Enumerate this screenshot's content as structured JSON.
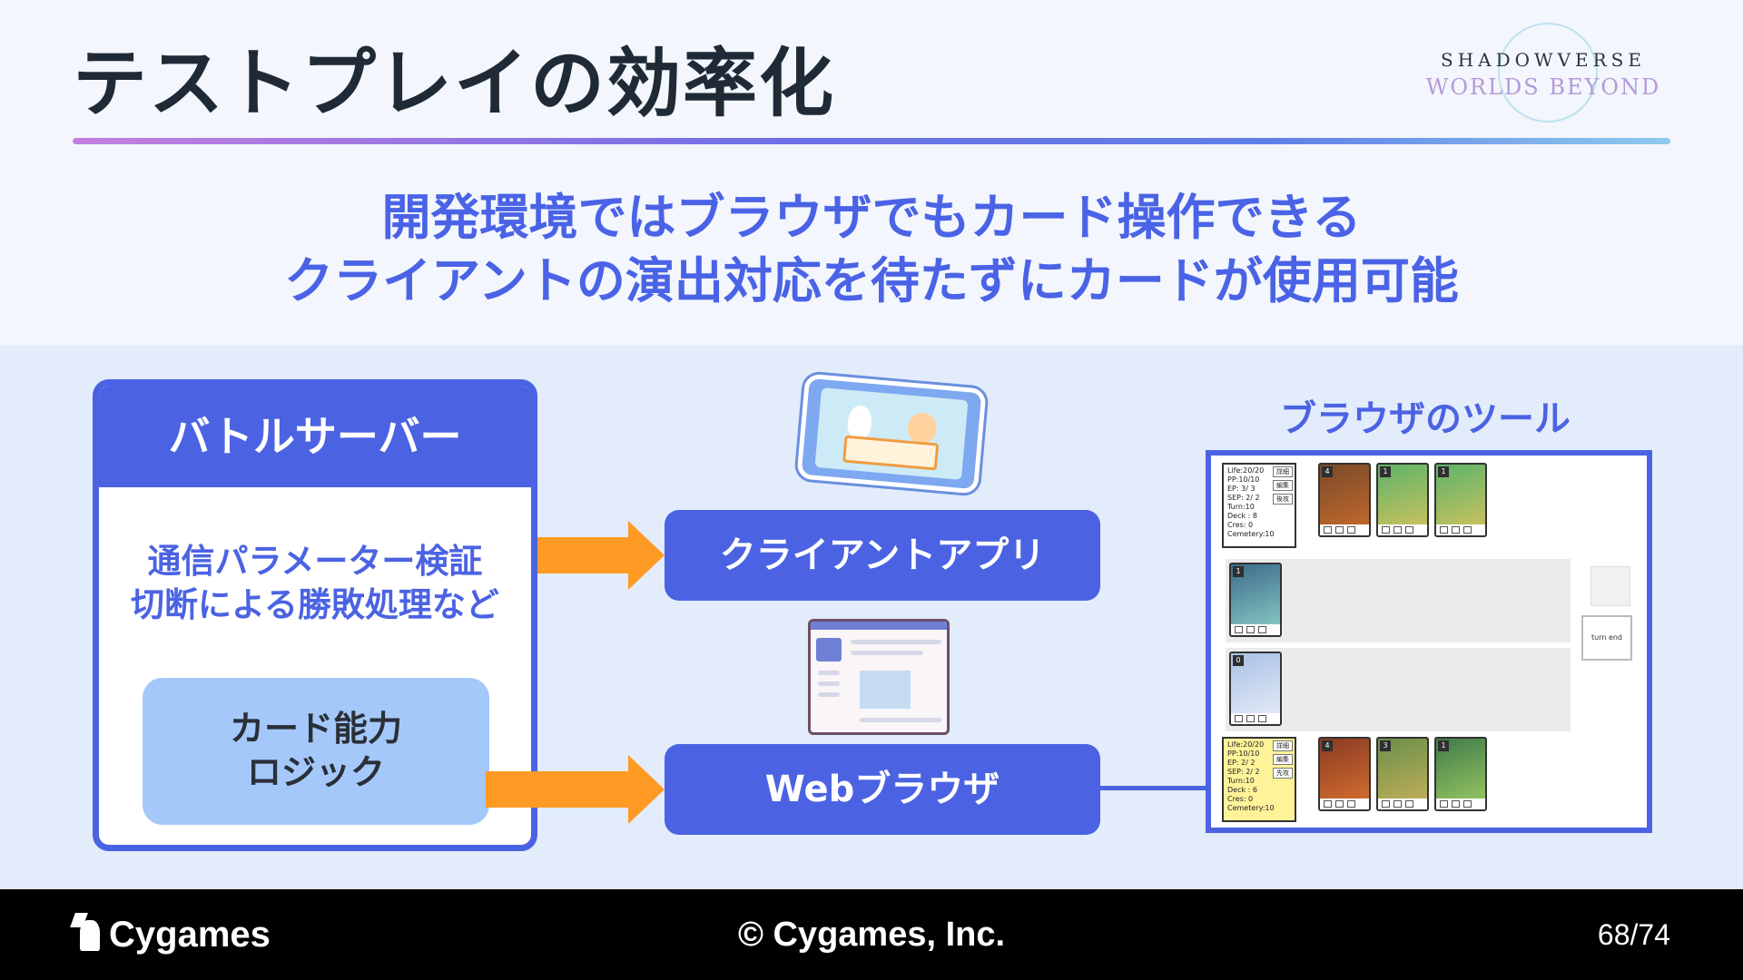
{
  "slide": {
    "title": "テストプレイの効率化",
    "logo_top": "SHADOWVERSE",
    "logo_bottom": "WORLDS BEYOND",
    "subheading_line1": "開発環境ではブラウザでもカード操作できる",
    "subheading_line2": "クライアントの演出対応を待たずにカードが使用可能"
  },
  "server": {
    "title": "バトルサーバー",
    "text_line1": "通信パラメーター検証",
    "text_line2": "切断による勝敗処理など",
    "logic_line1": "カード能力",
    "logic_line2": "ロジック"
  },
  "clients": {
    "client_app": "クライアントアプリ",
    "web_browser": "Webブラウザ"
  },
  "tool": {
    "label": "ブラウザのツール",
    "top_stats": [
      "Life:20/20",
      "PP:10/10",
      "EP: 3/ 3",
      "SEP: 2/ 2",
      "Turn:10",
      "Deck : 8",
      "Cres: 0",
      "Cemetery:10"
    ],
    "bottom_stats": [
      "Life:20/20",
      "PP:10/10",
      "EP: 2/ 2",
      "SEP: 2/ 2",
      "Turn:10",
      "Deck : 6",
      "Cres: 0",
      "Cemetery:10"
    ],
    "stat_buttons_top": [
      "詳細",
      "編集",
      "後攻"
    ],
    "stat_buttons_bottom": [
      "詳細",
      "編集",
      "先攻"
    ],
    "side_button": "turn end",
    "top_card_costs": [
      "4",
      "1",
      "1"
    ],
    "bottom_card_costs": [
      "4",
      "3",
      "1"
    ],
    "mid_card_costs": [
      "1",
      "0"
    ]
  },
  "footer": {
    "company": "Cygames",
    "copyright": "© Cygames, Inc.",
    "page": "68/74"
  },
  "colors": {
    "accent_blue": "#4b63e2",
    "arrow_orange": "#ff9a24",
    "logic_box": "#a4c8fa"
  }
}
